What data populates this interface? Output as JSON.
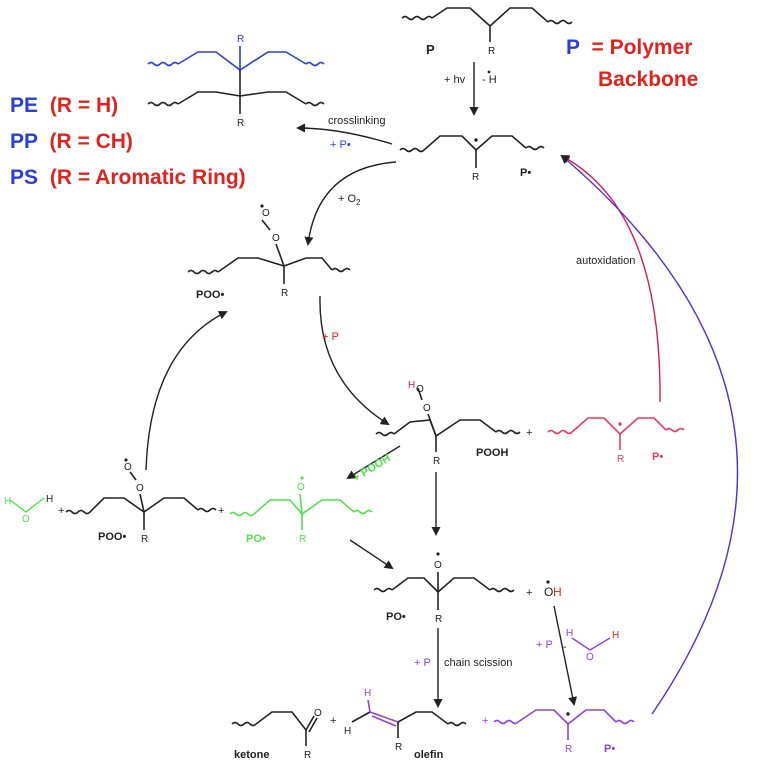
{
  "colors": {
    "black": "#222222",
    "blue": "#2a3fd6",
    "red": "#e0231c",
    "pink": "#e83a63",
    "green": "#4fe34a",
    "purple": "#8c43e0",
    "crimson": "#d21a5f"
  },
  "legend": {
    "pe": "PE",
    "pe_r": "(R = H)",
    "pp": "PP",
    "pp_r": "(R = CH)",
    "ps": "PS",
    "ps_r": "(R = Aromatic Ring)",
    "p_symbol": "P",
    "p_eq": "= Polymer",
    "p_backbone": "Backbone"
  },
  "labels": {
    "p_top": "P",
    "hv": "+ hv",
    "minus_h": "- H",
    "crosslinking": "crosslinking",
    "plus_p_blue": "+ P•",
    "p_radical": "P•",
    "plus_o2": "+ O",
    "o2_sub": "2",
    "poo_top": "POO•",
    "plus_p_red": "+ P",
    "autoxidation": "autoxidation",
    "pooh": "POOH",
    "plus": "+",
    "p_radical_pink": "P•",
    "plus_pooh_green": "+ POOH",
    "poo_left": "POO•",
    "po_green": "PO•",
    "po_center": "PO•",
    "plus_p_chain": "+ P",
    "chain_scission": "chain scission",
    "plus_p_purple": "+ P",
    "ketone": "ketone",
    "olefin": "olefin",
    "p_radical_purple": "P•",
    "r": "R",
    "o": "O",
    "h": "H"
  }
}
